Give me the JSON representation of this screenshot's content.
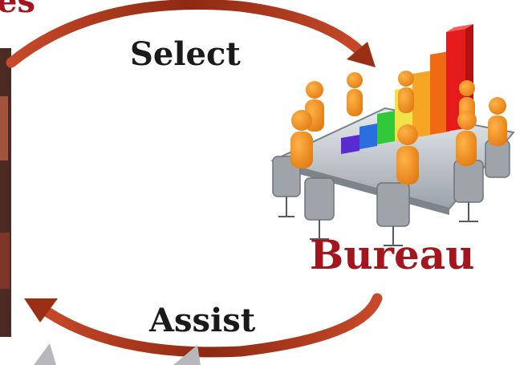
{
  "labels": {
    "partial_heading": "es",
    "select": "Select",
    "bureau": "Bureau",
    "assist": "Assist"
  },
  "colors": {
    "heading_red": "#a5151d",
    "arrow_brown": "#b5391b",
    "text_dark": "#1a1a1a",
    "figure_orange": "#f08a1a",
    "bar_colors": [
      "#5a2bd0",
      "#2a6ee0",
      "#2fc93a",
      "#f2e24a",
      "#f5a623",
      "#ef6a12",
      "#e51b1b"
    ]
  },
  "icons": {
    "top_arrow": "curved-arrow-right",
    "bottom_arrow": "curved-arrow-left",
    "meeting": "meeting-bar-chart-illustration"
  }
}
